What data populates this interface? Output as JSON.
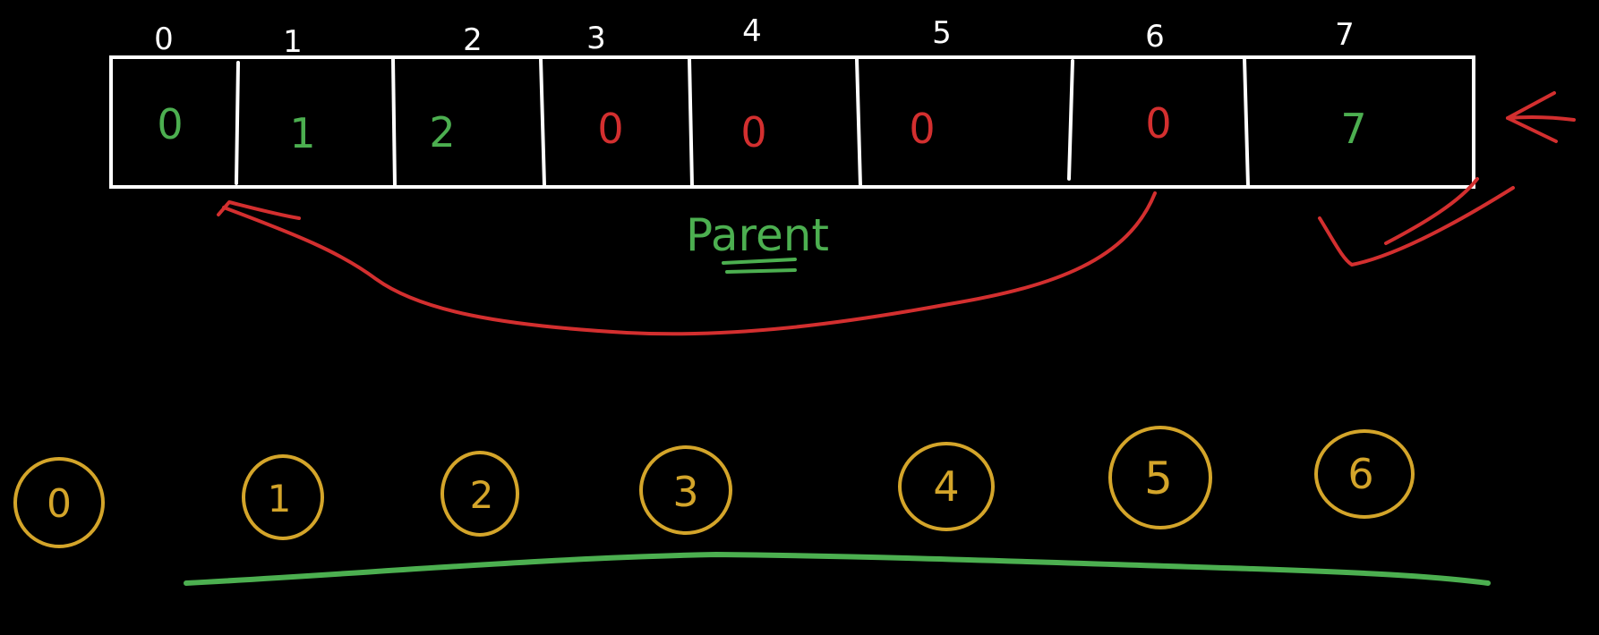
{
  "colors": {
    "background": "#000000",
    "ink_white": "#ffffff",
    "ink_green": "#4caf50",
    "ink_red": "#d32f2f",
    "ink_gold": "#d4a52a"
  },
  "array": {
    "indices": [
      "0",
      "1",
      "2",
      "3",
      "4",
      "5",
      "6",
      "7"
    ],
    "values": [
      {
        "text": "0",
        "color": "green"
      },
      {
        "text": "1",
        "color": "green"
      },
      {
        "text": "2",
        "color": "green"
      },
      {
        "text": "0",
        "color": "red"
      },
      {
        "text": "0",
        "color": "red"
      },
      {
        "text": "0",
        "color": "red"
      },
      {
        "text": "0",
        "color": "red"
      },
      {
        "text": "7",
        "color": "green"
      }
    ]
  },
  "label": {
    "text": "Parent"
  },
  "nodes": [
    "0",
    "1",
    "2",
    "3",
    "4",
    "5",
    "6"
  ]
}
